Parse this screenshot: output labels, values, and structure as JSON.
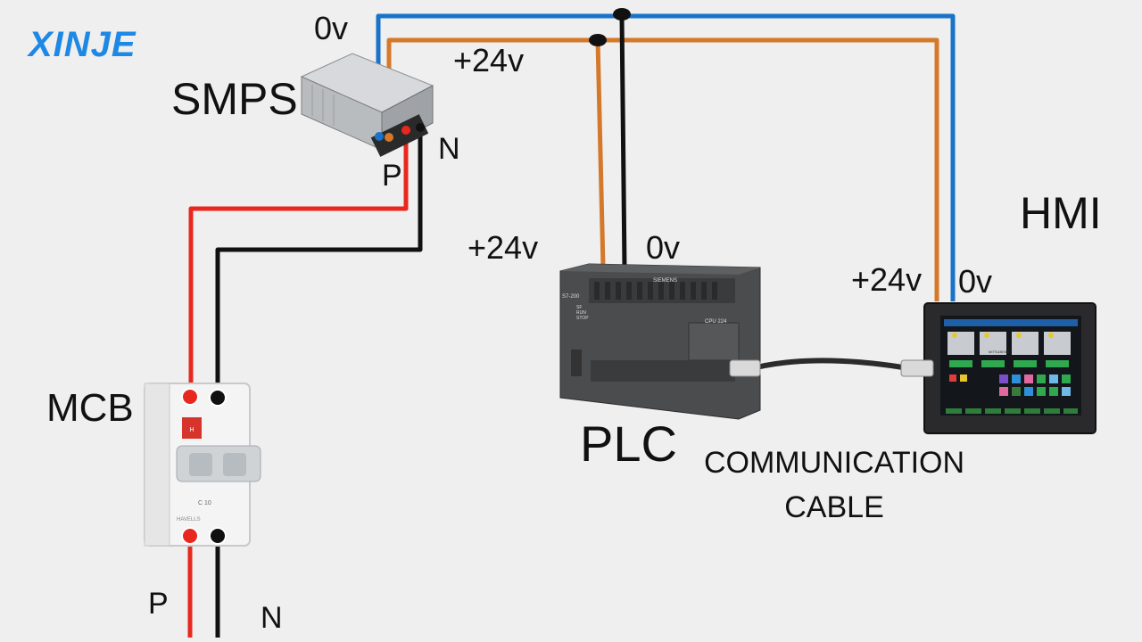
{
  "brand": "XINJE",
  "labels": {
    "smps": "SMPS",
    "mcb": "MCB",
    "plc": "PLC",
    "hmi": "HMI",
    "comm_line1": "COMMUNICATION",
    "comm_line2": "CABLE",
    "smps_0v": "0v",
    "smps_24v": "+24v",
    "smps_p": "P",
    "smps_n": "N",
    "plc_24v": "+24v",
    "plc_0v": "0v",
    "hmi_24v": "+24v",
    "hmi_0v": "0v",
    "mcb_p": "P",
    "mcb_n": "N"
  },
  "plc_device": {
    "brand": "SIEMENS",
    "model": "S7-200",
    "cpu": "CPU 224",
    "leds": [
      "SF",
      "RUN",
      "STOP"
    ]
  },
  "mcb_device": {
    "brand": "HAVELLS",
    "rating": "C 10"
  },
  "hmi_device": {
    "brand": "MITSUBISHI",
    "meter_count": 4
  },
  "wire_colors": {
    "zero_v": "#1a73c9",
    "plus_24v": "#d4782a",
    "phase": "#e8281f",
    "neutral": "#111111"
  }
}
